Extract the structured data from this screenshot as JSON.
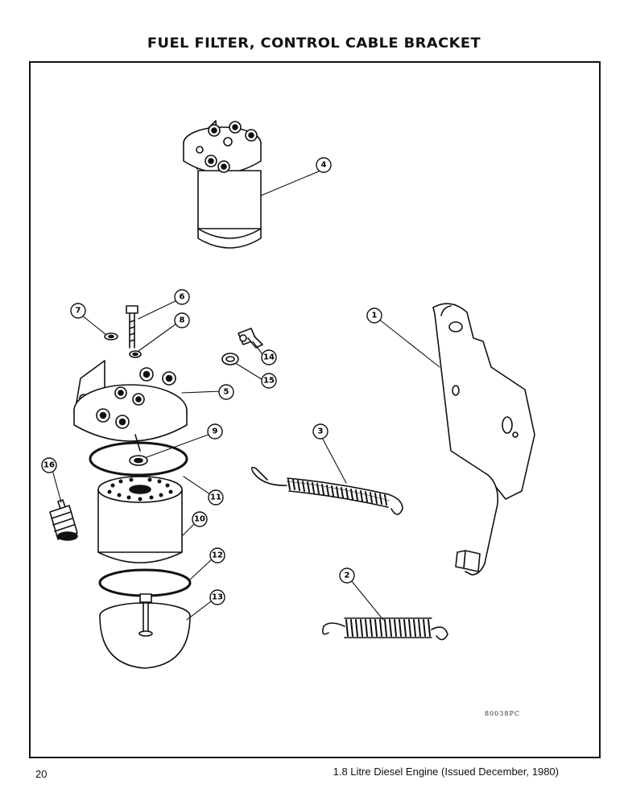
{
  "header": {
    "title": "FUEL FILTER, CONTROL CABLE BRACKET"
  },
  "illustration": {
    "code": "80038PC",
    "callouts": [
      "1",
      "2",
      "3",
      "4",
      "5",
      "6",
      "7",
      "8",
      "9",
      "10",
      "11",
      "12",
      "13",
      "14",
      "15",
      "16"
    ]
  },
  "footer": {
    "page_number": "20",
    "publication": "1.8 Litre Diesel Engine (Issued December, 1980)"
  }
}
